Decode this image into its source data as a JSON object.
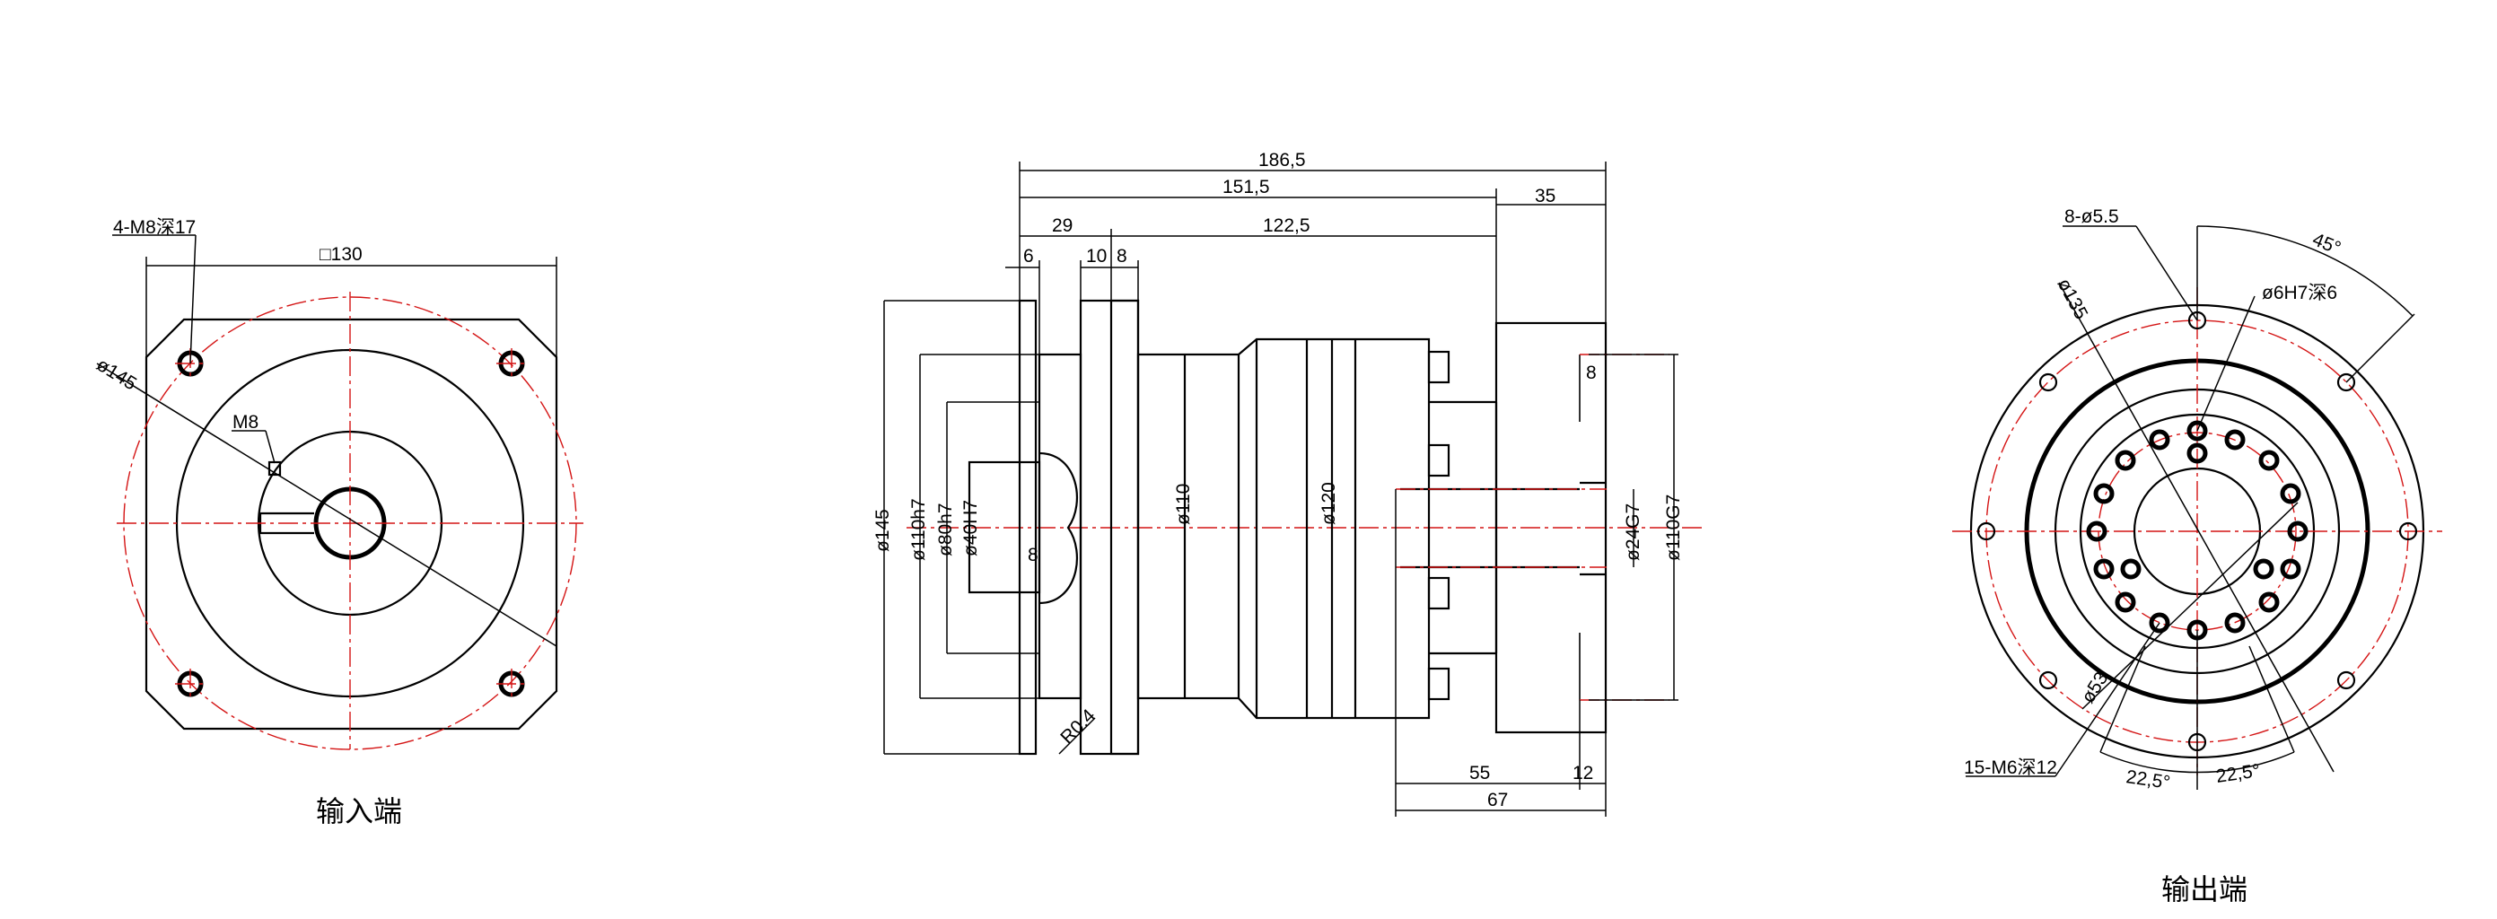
{
  "views": {
    "input": {
      "caption": "输入端"
    },
    "output": {
      "caption": "输出端"
    }
  },
  "labels": {
    "input_bolts": "4-M8深17",
    "input_square": "□130",
    "input_pcd": "ø145",
    "input_thread": "M8",
    "len_total": "186,5",
    "len_151": "151,5",
    "len_35": "35",
    "len_29": "29",
    "len_122": "122,5",
    "len_6": "6",
    "len_10": "10",
    "len_8": "8",
    "dia_145": "ø145",
    "dia_110h7": "ø110h7",
    "dia_80h7": "ø80h7",
    "dia_40H7": "ø40H7",
    "dia_110": "ø110",
    "dia_120": "ø120",
    "dia_24G7": "ø24G7",
    "dia_110G7": "ø110G7",
    "key_8": "8",
    "out_8": "8",
    "radius": "R0.4",
    "len_55": "55",
    "len_12": "12",
    "len_67": "67",
    "out_holes": "8-ø5.5",
    "out_pcd": "ø135",
    "out_pin": "ø6H7深6",
    "out_angle": "45°",
    "out_dia53": "ø53",
    "out_threads": "15-M6深12",
    "out_ang1": "22,5°",
    "out_ang2": "22,5°"
  }
}
